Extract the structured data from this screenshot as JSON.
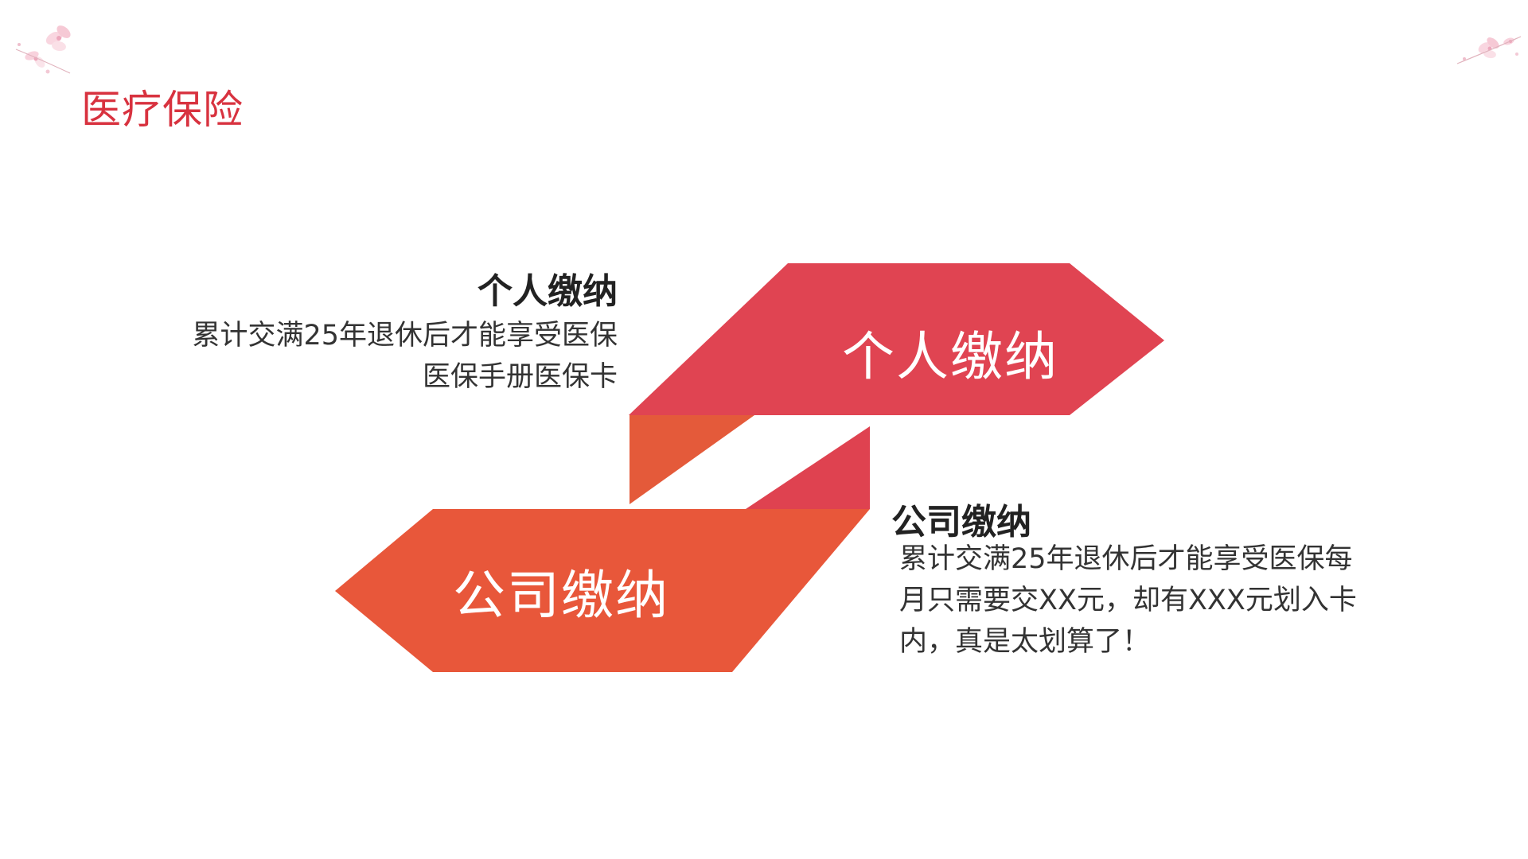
{
  "slide": {
    "title": "医疗保险"
  },
  "colors": {
    "title": "#d8323f",
    "personal_shape": "#e04452",
    "company_shape": "#e8573a",
    "fold_dark_orange": "#e45a3a",
    "fold_red": "#df4250",
    "heading_text": "#222222",
    "body_text": "#333333"
  },
  "decorations": {
    "corner_icons": [
      "cherry-blossom-icon",
      "cherry-blossom-icon"
    ]
  },
  "personal": {
    "shape_label": "个人缴纳",
    "heading": "个人缴纳",
    "lines": [
      "累计交满25年退休后才能享受医保",
      "医保手册医保卡"
    ]
  },
  "company": {
    "shape_label": "公司缴纳",
    "heading": "公司缴纳",
    "lines": [
      "累计交满25年退休后才能享受医保每",
      "月只需要交XX元，却有XXX元划入卡",
      "内，真是太划算了！"
    ]
  }
}
